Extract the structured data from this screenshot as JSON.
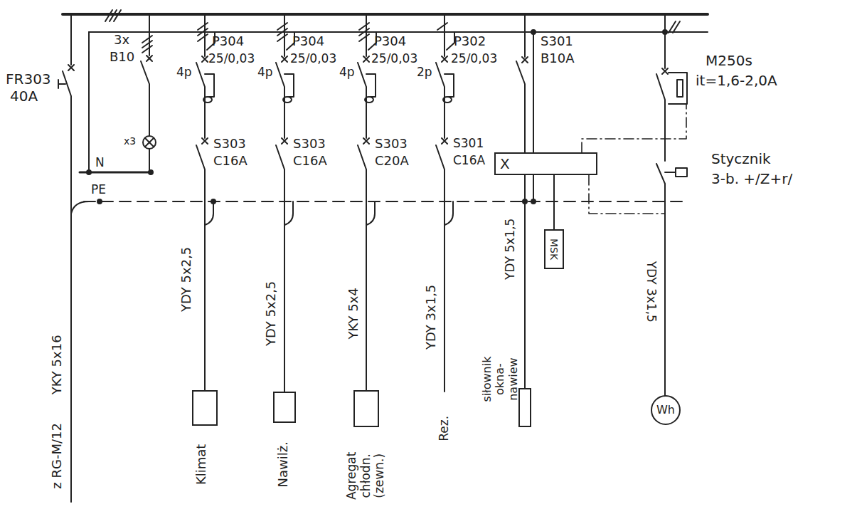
{
  "diagram": {
    "nodes": [
      {
        "text": [
          "X"
        ]
      },
      {
        "text": [
          "MSK"
        ]
      },
      {
        "text": [
          "Klimat"
        ]
      },
      {
        "text": [
          "Nawilż."
        ]
      },
      {
        "text": [
          "Agregat chłodn. (zewn.)"
        ]
      },
      {
        "text": [
          "siłownik okna-nawiew"
        ]
      },
      {
        "text": [
          "Wh"
        ]
      }
    ],
    "edges": [
      {
        "from": 0,
        "to": 1,
        "arrow": "none"
      }
    ],
    "labels": [
      "FR303",
      "40A",
      "3x",
      "B10",
      "P304",
      "25/0,03",
      "4p",
      "P304",
      "25/0,03",
      "4p",
      "P304",
      "25/0,03",
      "4p",
      "P302",
      "25/0,03",
      "2p",
      "S301",
      "B10A",
      "M250s",
      "it=1,6-2,0A",
      "x3",
      "S303",
      "C16A",
      "S303",
      "C16A",
      "S303",
      "C20A",
      "S301",
      "C16A",
      "Stycznik",
      "3-b. +/Z+r/",
      "N",
      "PE",
      "z RG-M/12",
      "YKY 5x16",
      "YDY 5x2,5",
      "YDY 5x2,5",
      "YKY 5x4",
      "YDY 3x1,5",
      "YDY 5x1,5",
      "YDY 3x1,5",
      "Rez."
    ]
  }
}
